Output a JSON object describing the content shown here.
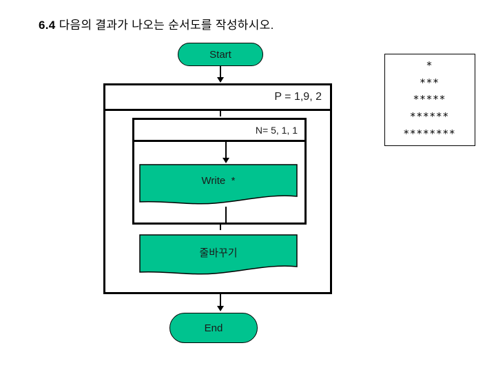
{
  "title": {
    "number": "6.4",
    "text": "다음의 결과가 나오는 순서도를 작성하시오."
  },
  "flowchart": {
    "start_label": "Start",
    "end_label": "End",
    "outer_loop_header": "P = 1,9, 2",
    "inner_loop_header": "N= 5, 1, 1",
    "write_label": "Write  *",
    "newline_label": "줄바꾸기"
  },
  "output_panel": {
    "rows": [
      "*",
      "***",
      "*****",
      "******",
      "********"
    ],
    "star_counts": [
      1,
      3,
      5,
      6,
      8
    ]
  },
  "colors": {
    "shape_fill": "#00c38f",
    "stroke": "#000000",
    "background": "#ffffff"
  }
}
